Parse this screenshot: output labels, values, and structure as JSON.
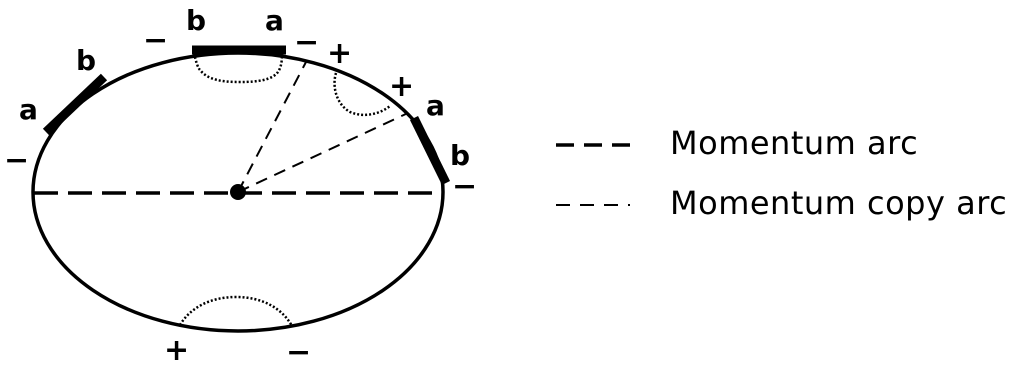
{
  "diagram": {
    "arc_labels": {
      "left_a": "a",
      "left_b": "b",
      "top_b": "b",
      "top_a": "a",
      "right_a": "a",
      "right_b": "b"
    },
    "signs": {
      "left_minus": "−",
      "top_left_minus": "−",
      "top_right_minus": "−",
      "upper_right_plus_1": "+",
      "upper_right_plus_2": "+",
      "right_minus": "−",
      "bottom_plus": "+",
      "bottom_minus": "−"
    }
  },
  "legend": {
    "items": [
      {
        "label": "Momentum arc",
        "line_style": "long-dash"
      },
      {
        "label": "Momentum copy arc",
        "line_style": "short-dash"
      }
    ]
  },
  "colors": {
    "ink": "#000000",
    "background": "#ffffff"
  }
}
